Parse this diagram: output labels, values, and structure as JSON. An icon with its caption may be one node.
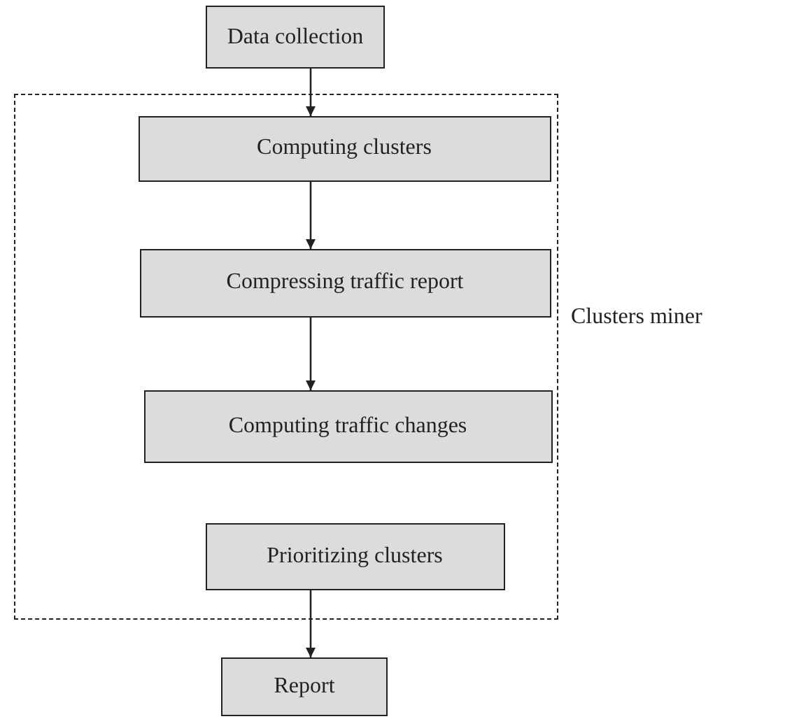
{
  "diagram": {
    "nodes": [
      {
        "text": [
          "Data collection"
        ]
      },
      {
        "text": [
          "Clusters miner"
        ]
      },
      {
        "text": [
          "Computing clusters"
        ],
        "in": 1
      },
      {
        "text": [
          "Compressing traffic report"
        ],
        "in": 1
      },
      {
        "text": [
          "Computing traffic changes"
        ],
        "in": 1
      },
      {
        "text": [
          "Prioritizing clusters"
        ],
        "in": 1
      },
      {
        "text": [
          "Report"
        ]
      }
    ],
    "edges": [
      {
        "from": 0,
        "to": 2,
        "arrow": "to"
      },
      {
        "from": 2,
        "to": 3,
        "arrow": "to"
      },
      {
        "from": 3,
        "to": 4,
        "arrow": "to"
      },
      {
        "from": 5,
        "to": 6,
        "arrow": "to"
      }
    ]
  }
}
